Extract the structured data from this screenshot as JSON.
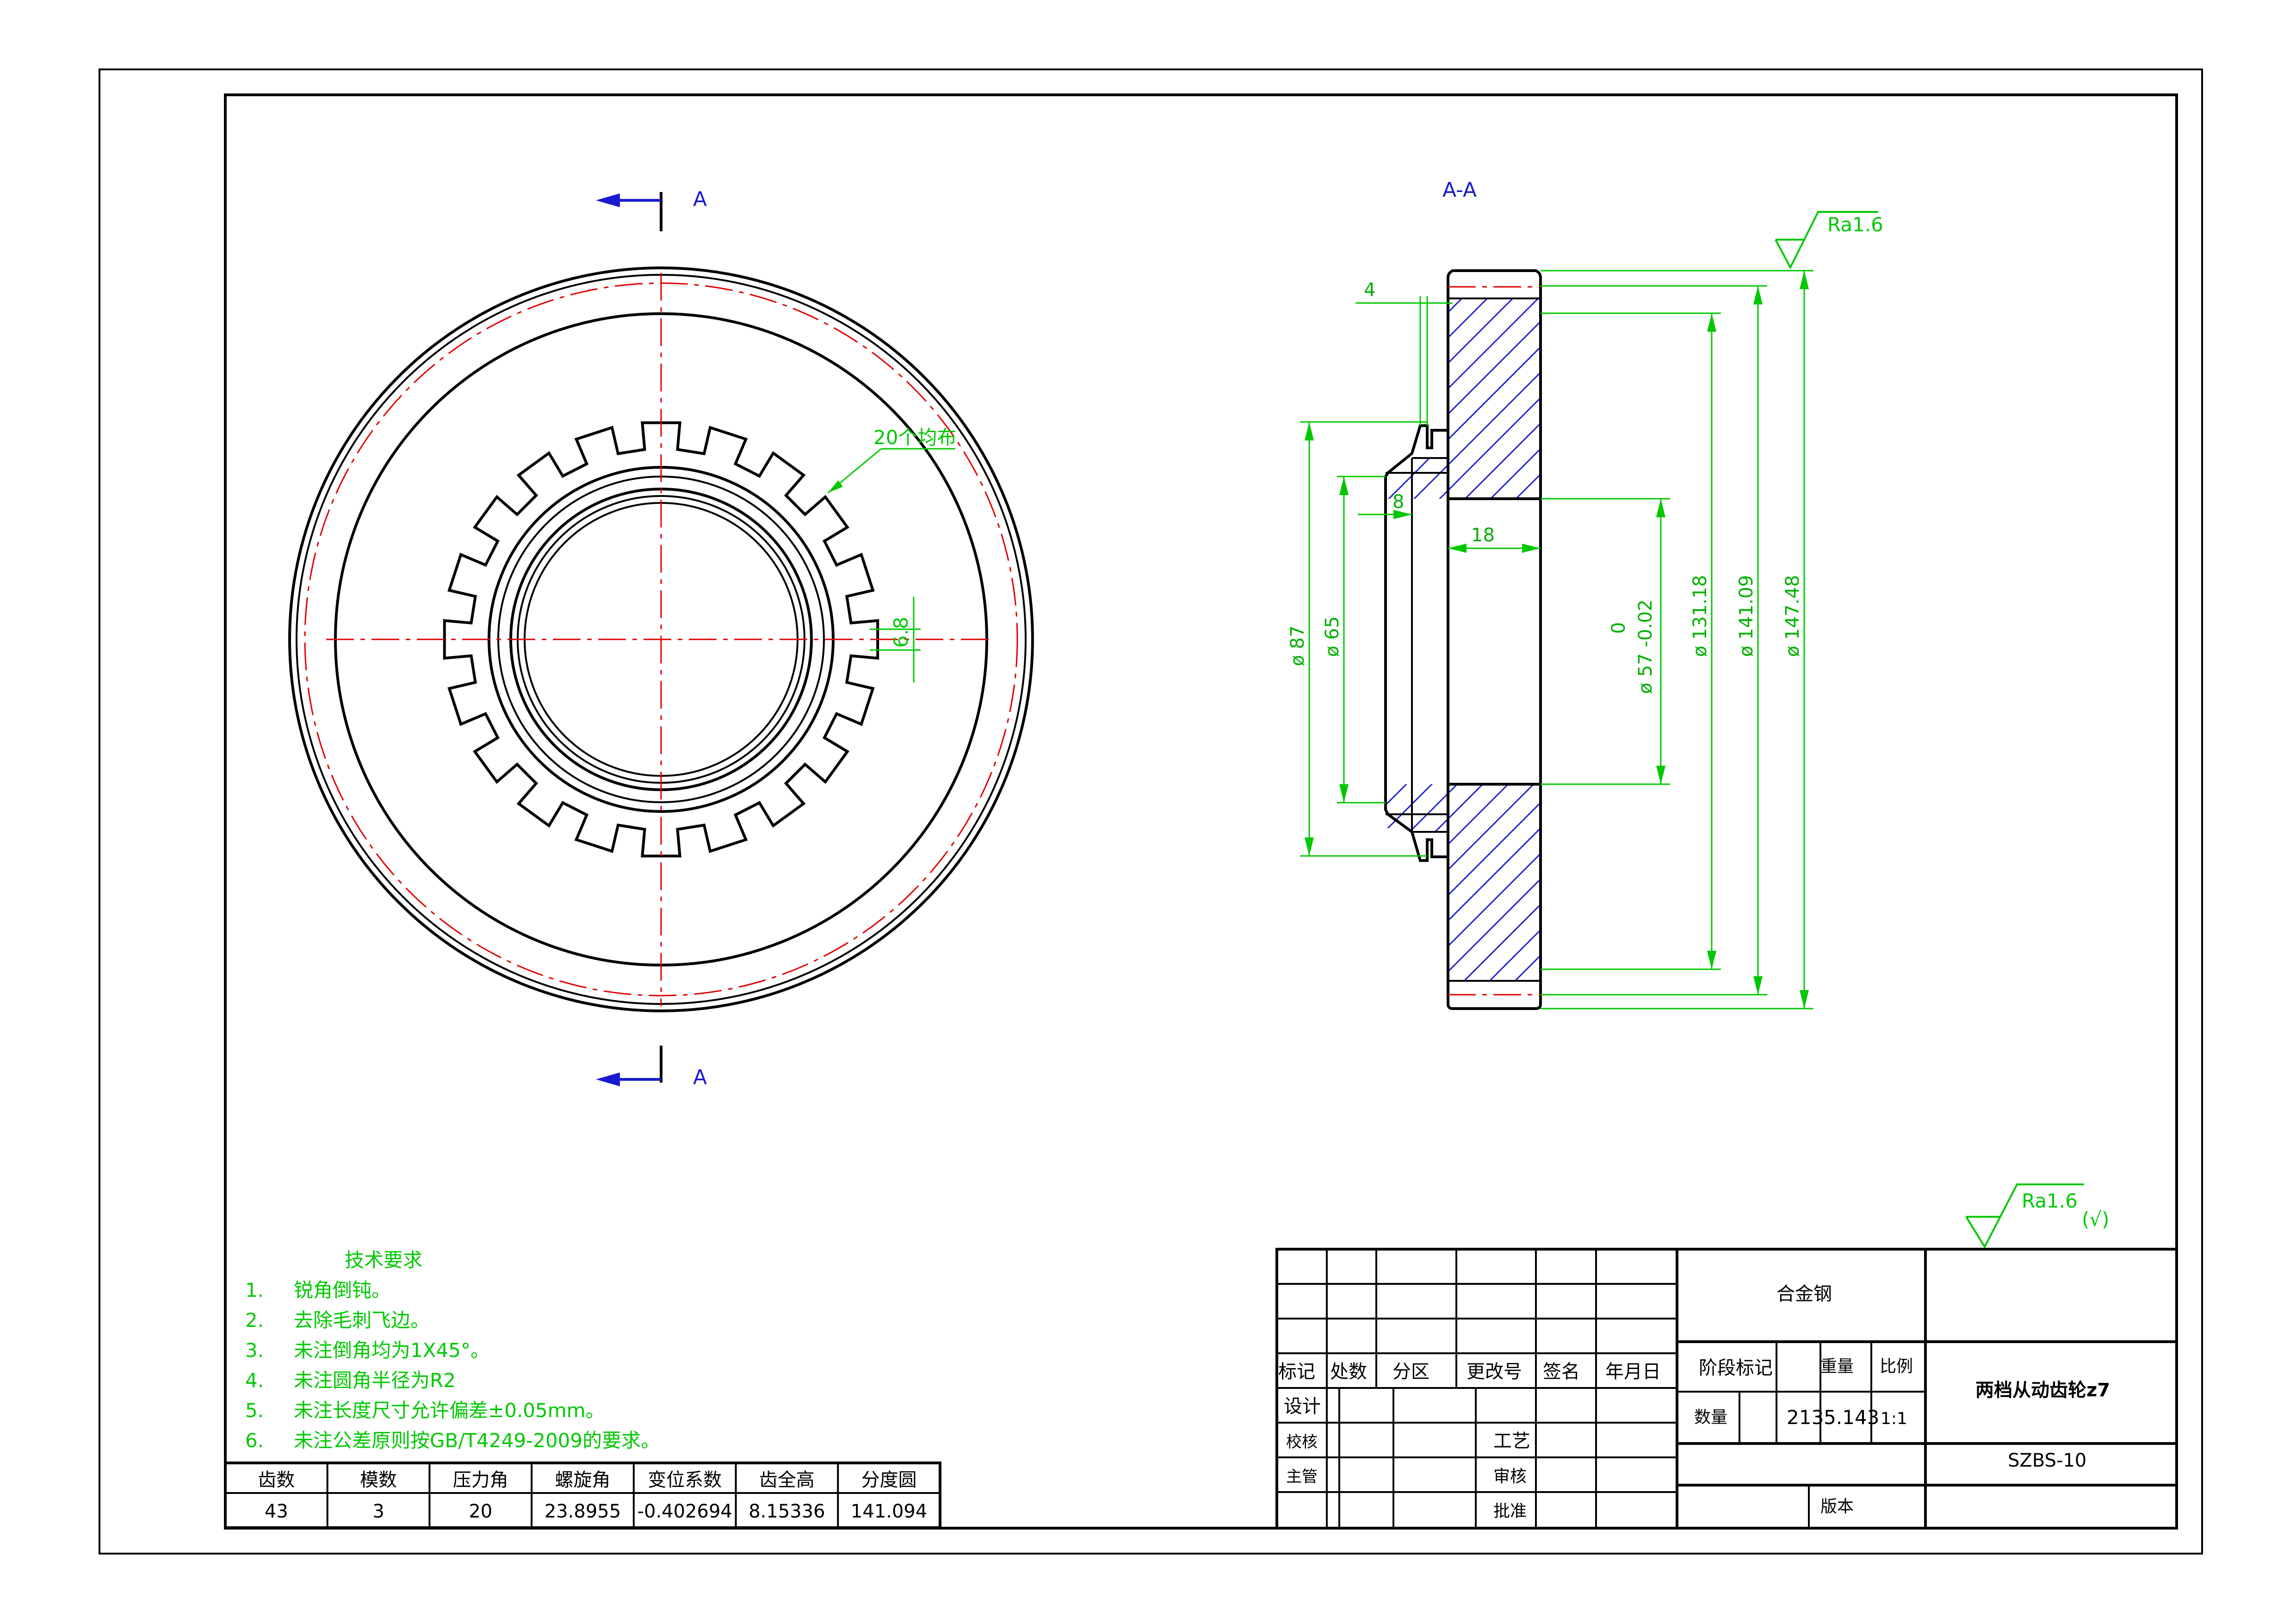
{
  "section": {
    "marker_top": "A",
    "marker_bottom": "A",
    "title": "A-A"
  },
  "roughness": {
    "main": "Ra1.6",
    "general": "Ra1.6",
    "general_suffix": "(√)"
  },
  "annotations": {
    "spline_note": "20个均布",
    "slot_width": "6.8"
  },
  "dimensions": {
    "d4": "4",
    "d8": "8",
    "d18": "18",
    "dia87": "ø 87",
    "dia65": "ø 65",
    "dia57_upper": "0",
    "dia57": "ø 57 -0.02",
    "dia131": "ø 131.18",
    "dia141": "ø 141.09",
    "dia147": "ø 147.48"
  },
  "tech_requirements": {
    "title": "技术要求",
    "items": [
      {
        "num": "1.",
        "text": "锐角倒钝。"
      },
      {
        "num": "2.",
        "text": "去除毛刺飞边。"
      },
      {
        "num": "3.",
        "text": "未注倒角均为1X45°。"
      },
      {
        "num": "4.",
        "text": "未注圆角半径为R2"
      },
      {
        "num": "5.",
        "text": "未注长度尺寸允许偏差±0.05mm。"
      },
      {
        "num": "6.",
        "text": "未注公差原则按GB/T4249-2009的要求。"
      }
    ]
  },
  "gear_table": {
    "headers": [
      "齿数",
      "模数",
      "压力角",
      "螺旋角",
      "变位系数",
      "齿全高",
      "分度圆"
    ],
    "values": [
      "43",
      "3",
      "20",
      "23.8955",
      "-0.402694",
      "8.15336",
      "141.094"
    ]
  },
  "title_block": {
    "material": "合金钢",
    "part_name": "两档从动齿轮z7",
    "drawing_no": "SZBS-10",
    "rev_headers": [
      "标记",
      "处数",
      "分区",
      "更改号",
      "签名",
      "年月日"
    ],
    "design": "设计",
    "check": "校核",
    "chief": "主管",
    "process": "工艺",
    "review": "审核",
    "approve": "批准",
    "stage_mark": "阶段标记",
    "weight": "重量",
    "scale": "比例",
    "quantity": "数量",
    "weight_value": "2135.143",
    "scale_value": "1:1",
    "version": "版本"
  }
}
